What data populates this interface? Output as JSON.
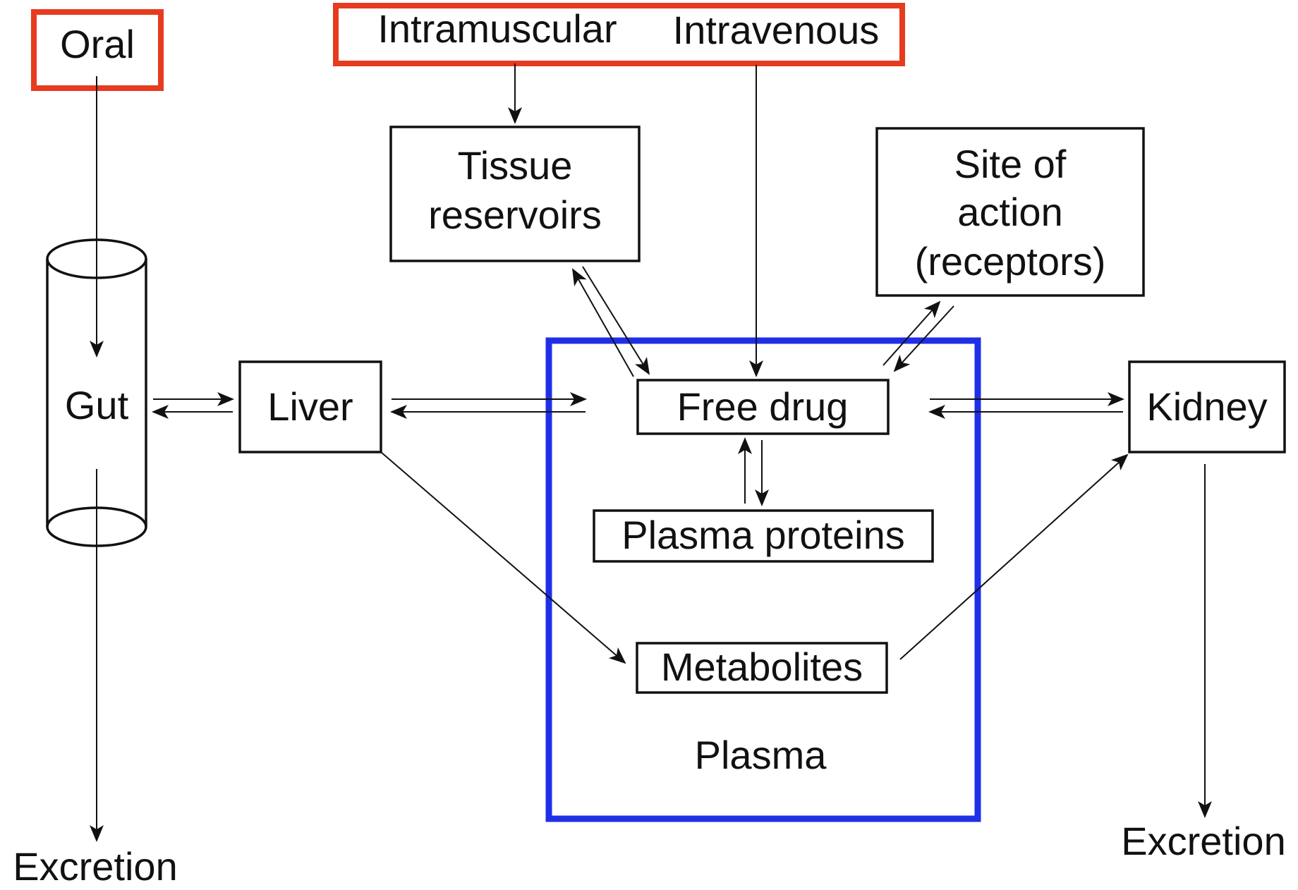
{
  "routes": {
    "oral": "Oral",
    "intramuscular": "Intramuscular",
    "intravenous": "Intravenous"
  },
  "nodes": {
    "gut": "Gut",
    "liver": "Liver",
    "tissue_line1": "Tissue",
    "tissue_line2": "reservoirs",
    "site_line1": "Site of",
    "site_line2": "action",
    "site_line3": "(receptors)",
    "free_drug": "Free drug",
    "plasma_proteins": "Plasma proteins",
    "metabolites": "Metabolites",
    "plasma": "Plasma",
    "kidney": "Kidney",
    "excretion_left": "Excretion",
    "excretion_right": "Excretion"
  },
  "colors": {
    "route_highlight": "#e63b1f",
    "plasma_highlight": "#1f2fe8",
    "ink": "#111111"
  }
}
